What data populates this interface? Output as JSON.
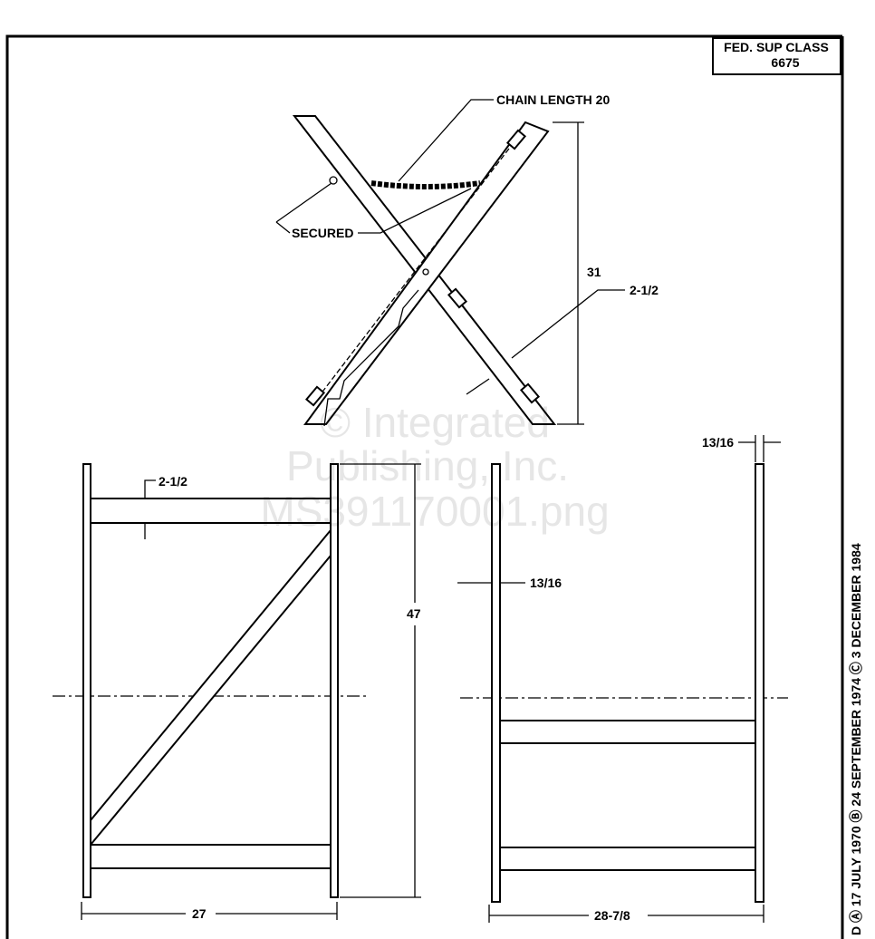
{
  "title_block": {
    "label": "FED. SUP CLASS",
    "number": "6675"
  },
  "revision_strip": "D Ⓐ 17 JULY 1970 Ⓑ 24 SEPTEMBER 1974 Ⓒ 3 DECEMBER 1984",
  "top_view": {
    "chain_label": "CHAIN LENGTH 20",
    "secured_label": "SECURED",
    "height_dim": "31",
    "width_dim": "2-1/2"
  },
  "front_view": {
    "rail_dim": "2-1/2",
    "height_dim": "47",
    "width_dim": "27"
  },
  "side_view": {
    "post_dim": "13/16",
    "post_dim_top": "13/16",
    "width_dim": "28-7/8"
  },
  "watermark": [
    "© Integrated",
    "Publishing, Inc.",
    "MS391170001.png"
  ]
}
